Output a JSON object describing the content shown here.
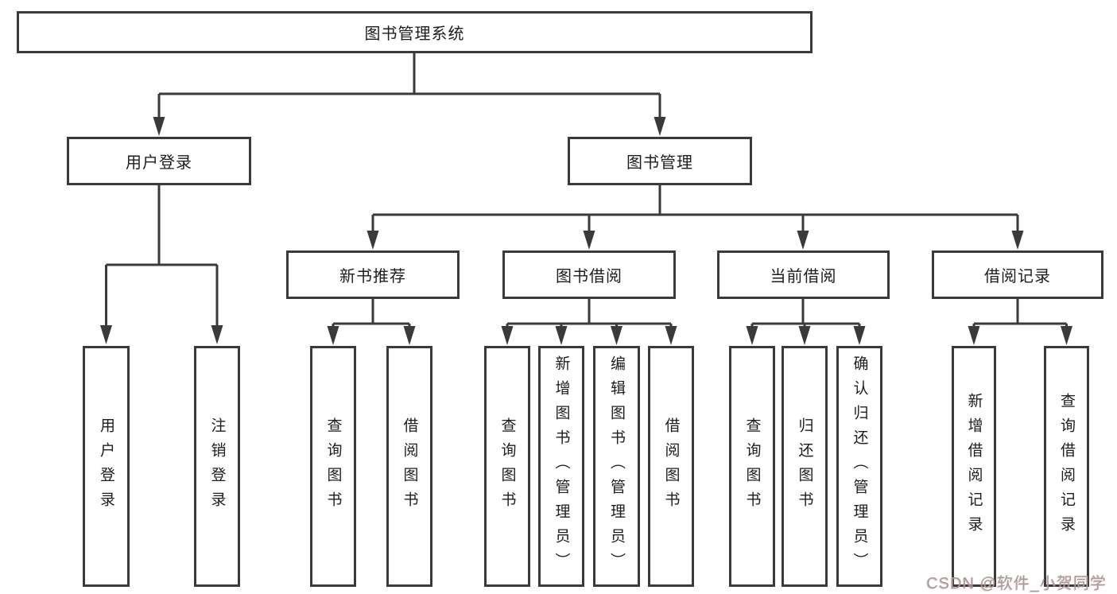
{
  "diagram_type": "hierarchy-tree",
  "colors": {
    "line": "#3a3a3a",
    "box_border": "#3a3a3a",
    "text": "#1d1d1d",
    "background": "#ffffff",
    "watermark": "#9d9d9d"
  },
  "tree": {
    "root": {
      "label": "图书管理系统"
    },
    "children": [
      {
        "label": "用户登录",
        "leaves": [
          "用户登录",
          "注销登录"
        ]
      },
      {
        "label": "图书管理",
        "groups": [
          {
            "label": "新书推荐",
            "leaves": [
              "查询图书",
              "借阅图书"
            ]
          },
          {
            "label": "图书借阅",
            "leaves": [
              "查询图书",
              "新增图书（管理员）",
              "编辑图书（管理员）",
              "借阅图书"
            ]
          },
          {
            "label": "当前借阅",
            "leaves": [
              "查询图书",
              "归还图书",
              "确认归还（管理员）"
            ]
          },
          {
            "label": "借阅记录",
            "leaves": [
              "新增借阅记录",
              "查询借阅记录"
            ]
          }
        ]
      }
    ]
  },
  "watermark": {
    "text": "CSDN @软件_小贺同学"
  }
}
